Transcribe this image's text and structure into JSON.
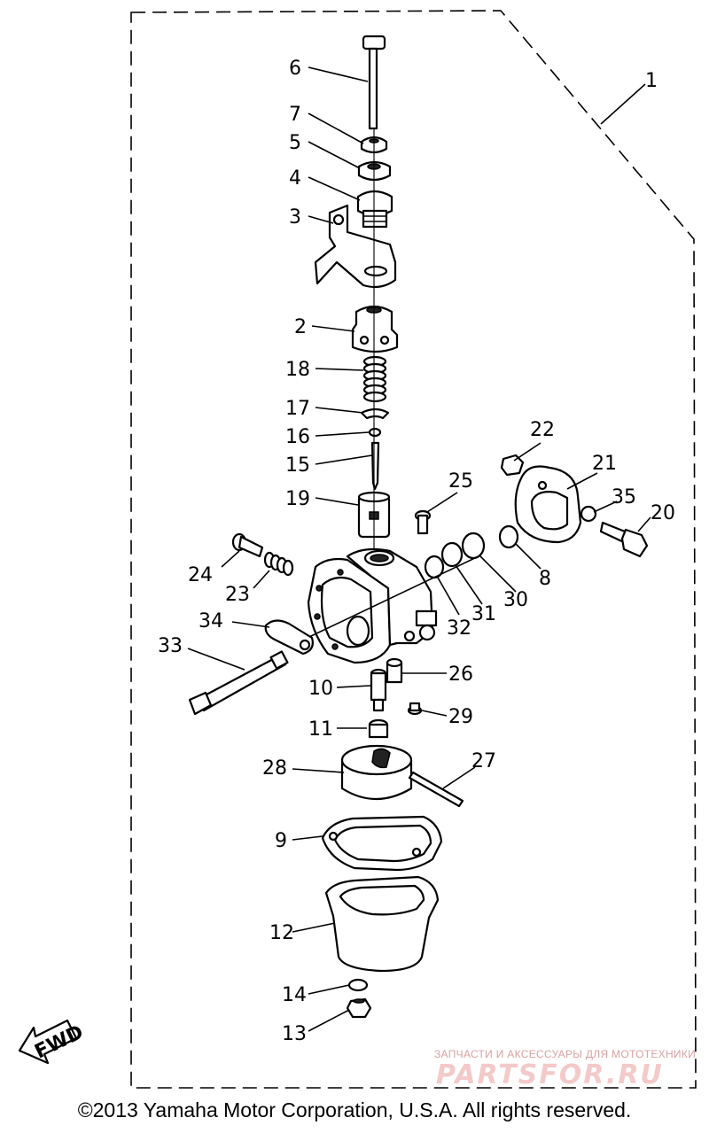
{
  "callouts": [
    {
      "id": "1",
      "text": "1"
    },
    {
      "id": "2",
      "text": "2"
    },
    {
      "id": "3",
      "text": "3"
    },
    {
      "id": "4",
      "text": "4"
    },
    {
      "id": "5",
      "text": "5"
    },
    {
      "id": "6",
      "text": "6"
    },
    {
      "id": "7",
      "text": "7"
    },
    {
      "id": "8",
      "text": "8"
    },
    {
      "id": "9",
      "text": "9"
    },
    {
      "id": "10",
      "text": "10"
    },
    {
      "id": "11",
      "text": "11"
    },
    {
      "id": "12",
      "text": "12"
    },
    {
      "id": "13",
      "text": "13"
    },
    {
      "id": "14",
      "text": "14"
    },
    {
      "id": "15",
      "text": "15"
    },
    {
      "id": "16",
      "text": "16"
    },
    {
      "id": "17",
      "text": "17"
    },
    {
      "id": "18",
      "text": "18"
    },
    {
      "id": "19",
      "text": "19"
    },
    {
      "id": "20",
      "text": "20"
    },
    {
      "id": "21",
      "text": "21"
    },
    {
      "id": "22",
      "text": "22"
    },
    {
      "id": "23",
      "text": "23"
    },
    {
      "id": "24",
      "text": "24"
    },
    {
      "id": "25",
      "text": "25"
    },
    {
      "id": "26",
      "text": "26"
    },
    {
      "id": "27",
      "text": "27"
    },
    {
      "id": "28",
      "text": "28"
    },
    {
      "id": "29",
      "text": "29"
    },
    {
      "id": "30",
      "text": "30"
    },
    {
      "id": "31",
      "text": "31"
    },
    {
      "id": "32",
      "text": "32"
    },
    {
      "id": "33",
      "text": "33"
    },
    {
      "id": "34",
      "text": "34"
    },
    {
      "id": "35",
      "text": "35"
    }
  ],
  "fwd_label": "FWD",
  "watermark": {
    "line1": "ЗАПЧАСТИ И АКСЕССУАРЫ ДЛЯ МОТОТЕХНИКИ",
    "brand": "PARTSFOR.RU"
  },
  "copyright": "©2013 Yamaha Motor Corporation, U.S.A. All rights reserved.",
  "colors": {
    "line": "#000000",
    "watermark": "#e8a0a0"
  }
}
